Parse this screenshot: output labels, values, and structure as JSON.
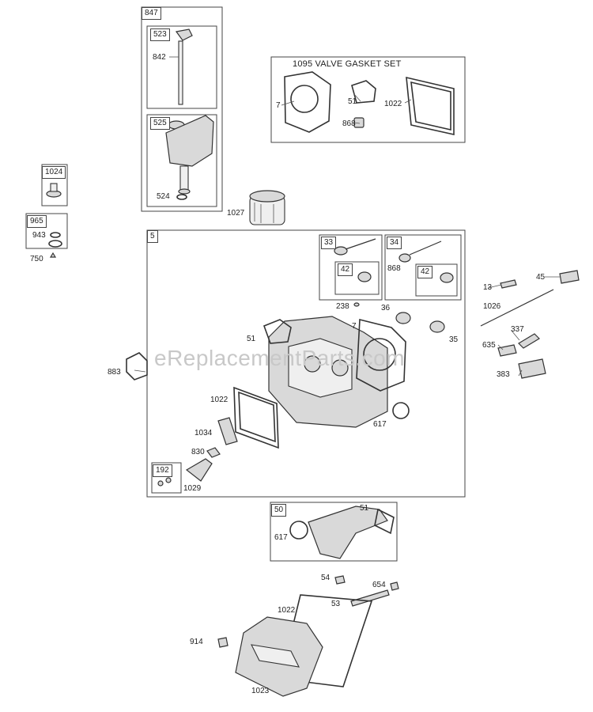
{
  "watermark": "eReplacementParts.com",
  "assemblies": {
    "a847": "847",
    "a523": "523",
    "a525": "525",
    "a1024": "1024",
    "a965": "965",
    "a1095_title": "1095 VALVE GASKET SET",
    "a5": "5",
    "a33": "33",
    "a34": "34",
    "a42a": "42",
    "a42b": "42",
    "a192": "192",
    "a50": "50"
  },
  "labels": {
    "p842": "842",
    "p524": "524",
    "p1027": "1027",
    "p943": "943",
    "p750": "750",
    "g7": "7",
    "g51": "51",
    "g1022": "1022",
    "g868": "868",
    "v868": "868",
    "p13": "13",
    "p45": "45",
    "p1026": "1026",
    "p337": "337",
    "p635": "635",
    "p383": "383",
    "p238": "238",
    "p36": "36",
    "p35": "35",
    "h7": "7",
    "h51": "51",
    "p883": "883",
    "h1022": "1022",
    "p1034": "1034",
    "p830": "830",
    "p1029": "1029",
    "p617": "617",
    "m51": "51",
    "m617": "617",
    "p54": "54",
    "p654": "654",
    "p53": "53",
    "c1022": "1022",
    "p914": "914",
    "p1023": "1023"
  }
}
